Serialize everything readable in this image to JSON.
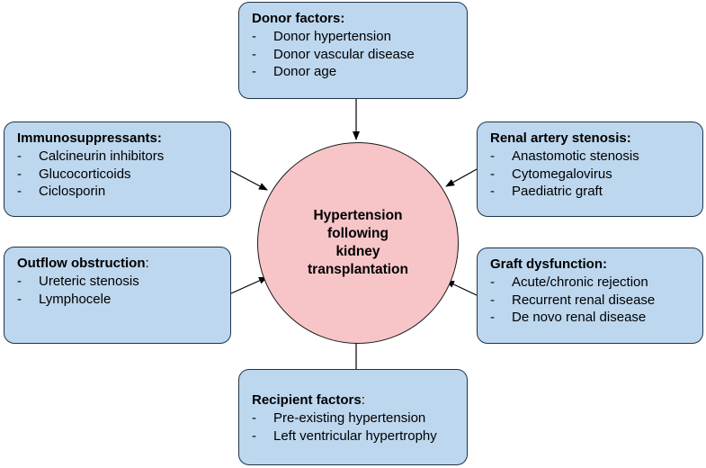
{
  "center": {
    "lines": [
      "Hypertension",
      "following",
      "kidney",
      "transplantation"
    ]
  },
  "boxes": {
    "donor": {
      "title": "Donor factors:",
      "title_suffix": "",
      "items": [
        "Donor hypertension",
        "Donor vascular disease",
        "Donor age"
      ]
    },
    "immuno": {
      "title": "Immunosuppressants:",
      "title_suffix": "",
      "items": [
        "Calcineurin inhibitors",
        "Glucocorticoids",
        "Ciclosporin"
      ]
    },
    "renal": {
      "title": "Renal artery stenosis:",
      "title_suffix": "",
      "items": [
        "Anastomotic stenosis",
        "Cytomegalovirus",
        "Paediatric graft"
      ]
    },
    "outflow": {
      "title": "Outflow obstruction",
      "title_suffix": ":",
      "items": [
        "Ureteric stenosis",
        "Lymphocele"
      ]
    },
    "graft": {
      "title": "Graft dysfunction:",
      "title_suffix": "",
      "items": [
        "Acute/chronic rejection",
        "Recurrent renal disease",
        "De novo renal disease"
      ]
    },
    "recipient": {
      "title": "Recipient factors",
      "title_suffix": ":",
      "items": [
        "Pre-existing hypertension",
        "Left ventricular hypertrophy"
      ]
    }
  },
  "colors": {
    "box_fill": "#bdd7ee",
    "box_border": "#1f3449",
    "circle_fill": "#f7c5c8",
    "arrow": "#000000"
  }
}
